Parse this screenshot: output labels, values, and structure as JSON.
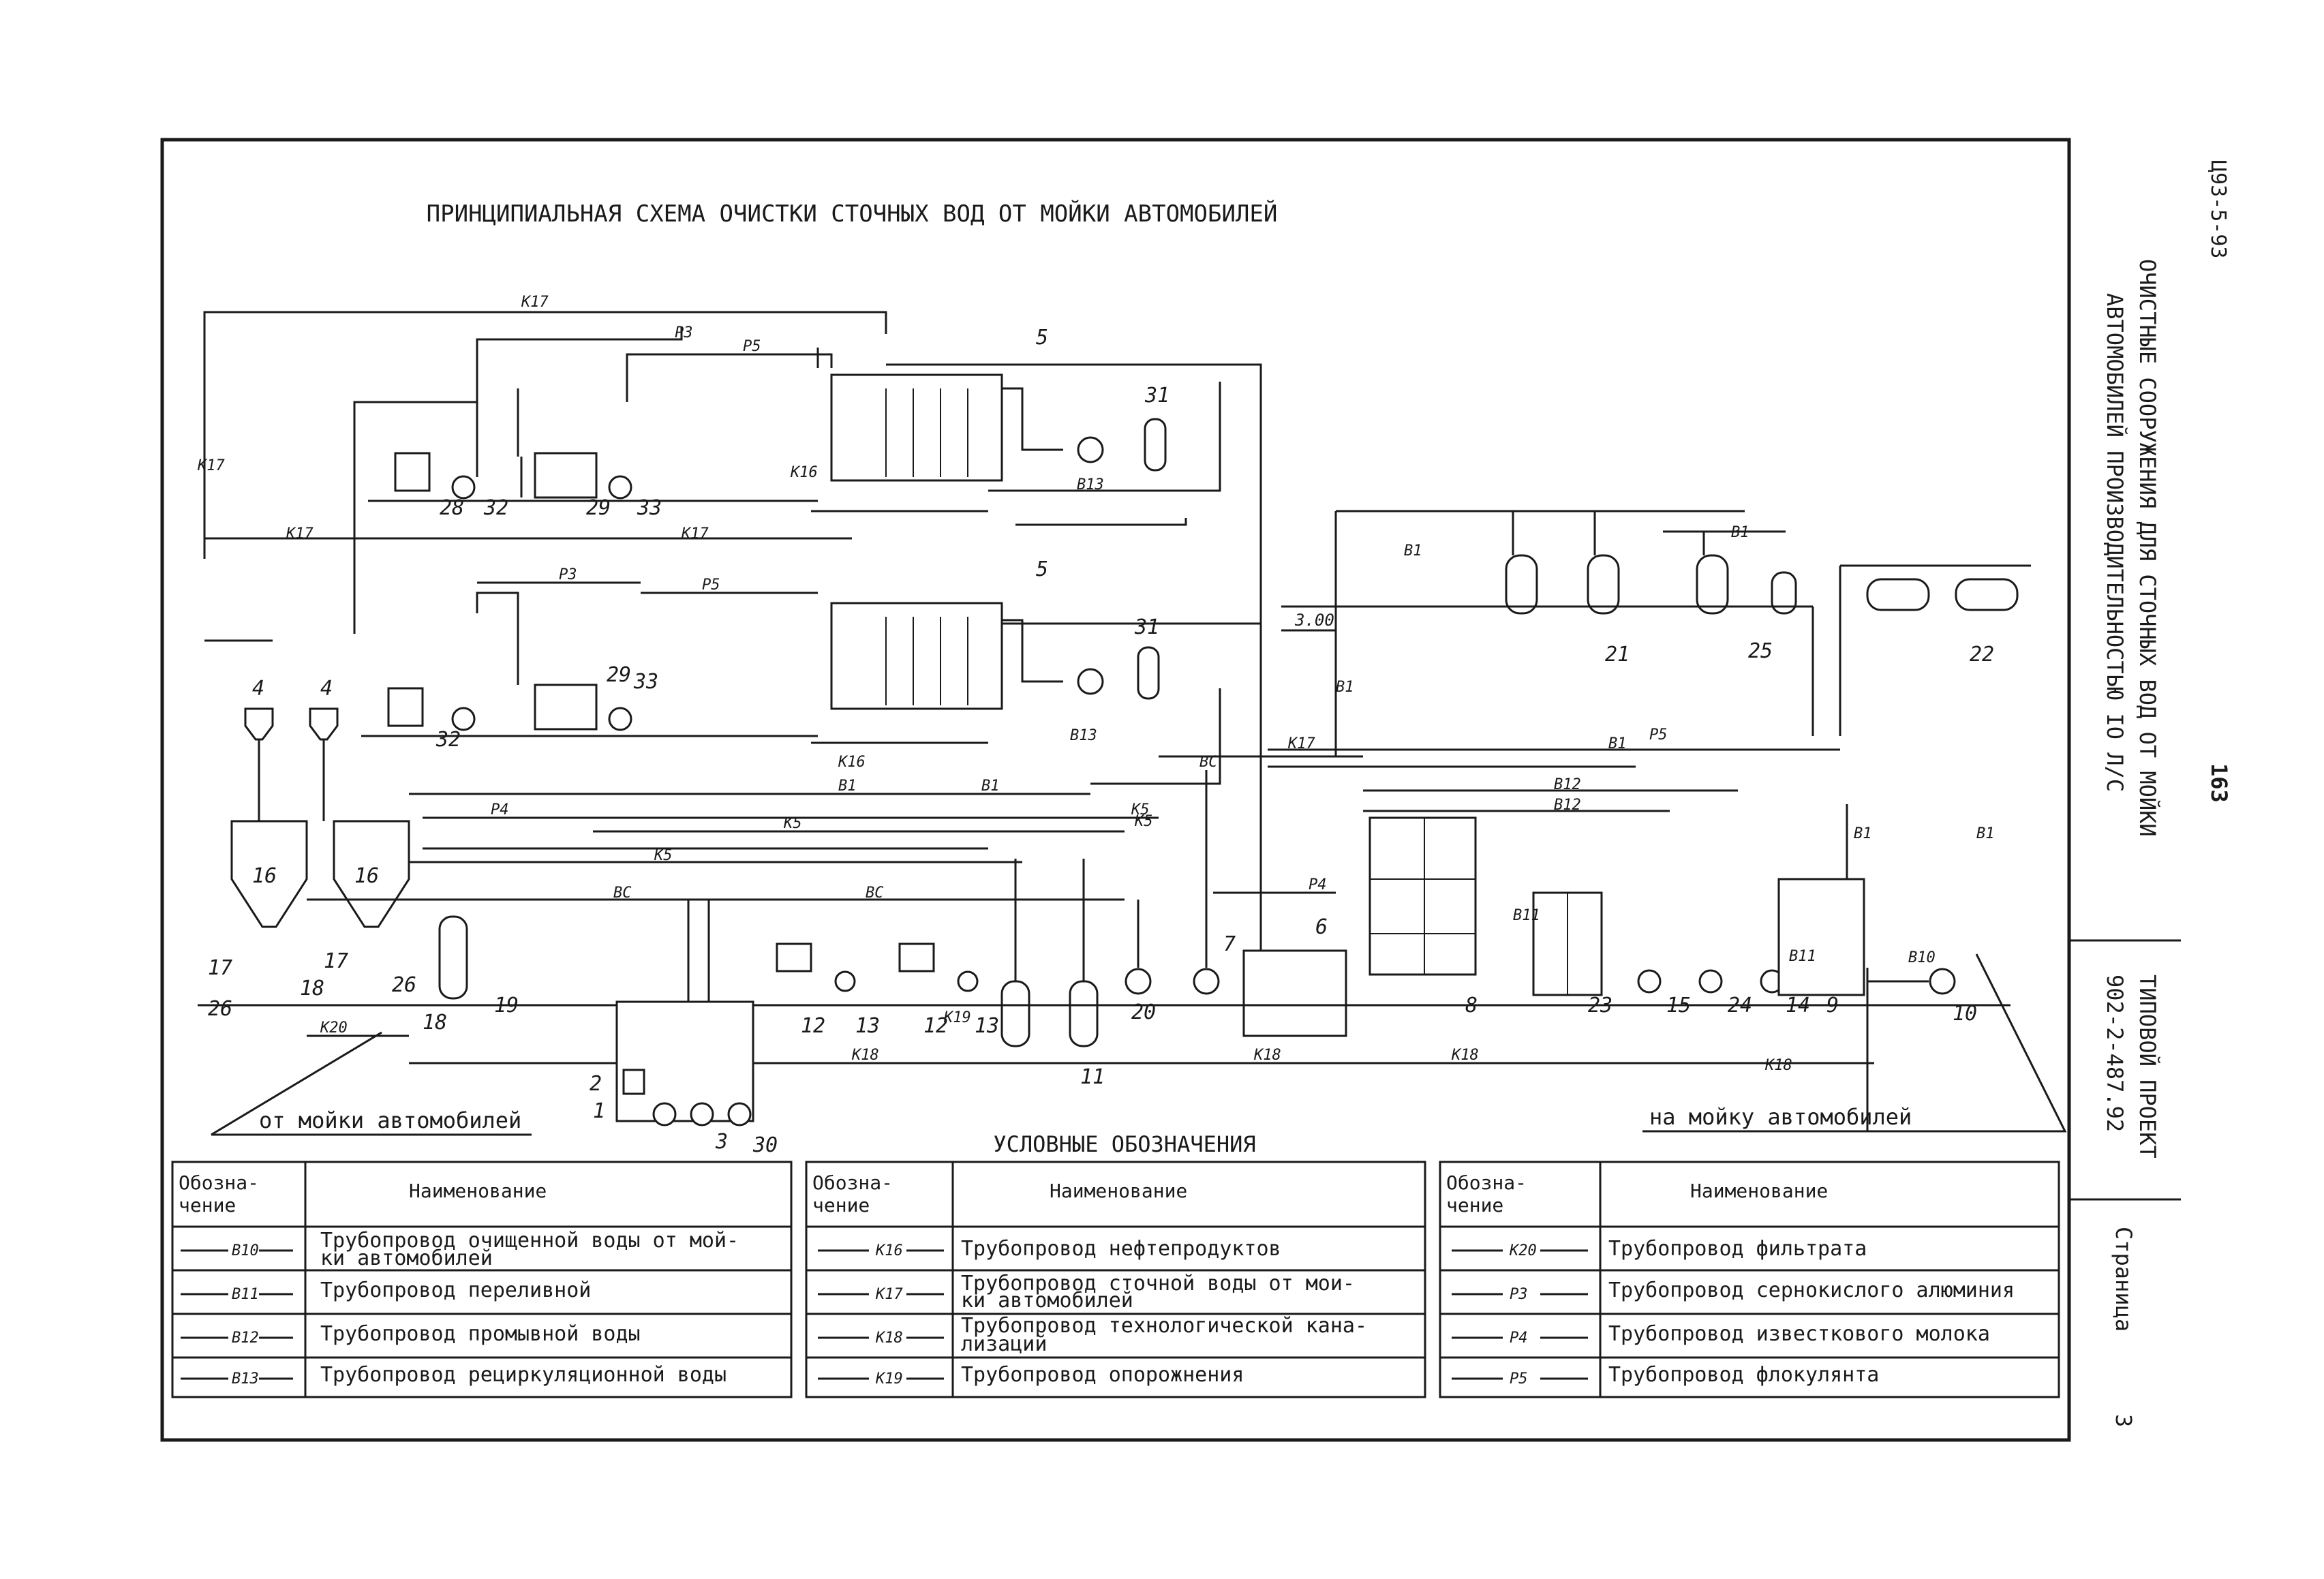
{
  "sheet": {
    "title": "ПРИНЦИПИАЛЬНАЯ СХЕМА ОЧИСТКИ СТОЧНЫХ ВОД ОТ МОЙКИ АВТОМОБИЛЕЙ",
    "doc_code": "Ц93-5-93",
    "page_number": "163",
    "side_title_line1": "ОЧИСТНЫЕ СООРУЖЕНИЯ ДЛЯ СТОЧНЫХ ВОД ОТ МОЙКИ",
    "side_title_line2": "АВТОМОБИЛЕЙ ПРОИЗВОДИТЕЛЬНОСТЬЮ IO Л/С",
    "project_line1": "ТИПОВОЙ ПРОЕКТ",
    "project_line2": "902-2-487.92",
    "page_label": "Страница",
    "page_value": "3"
  },
  "diagram": {
    "from_washing": "от мойки автомобилей",
    "to_washing": "на мойку автомобилей",
    "elevation": "3.00",
    "equipment_labels": [
      "1",
      "2",
      "3",
      "4",
      "4",
      "5",
      "5",
      "6",
      "7",
      "8",
      "9",
      "10",
      "11",
      "12",
      "12",
      "13",
      "13",
      "14",
      "15",
      "16",
      "16",
      "17",
      "17",
      "18",
      "18",
      "19",
      "20",
      "21",
      "22",
      "23",
      "24",
      "25",
      "26",
      "26",
      "28",
      "29",
      "29",
      "30",
      "31",
      "31",
      "32",
      "32",
      "33",
      "33"
    ],
    "line_codes": [
      "К17",
      "К17",
      "К17",
      "К17",
      "Р3",
      "Р5",
      "Р3",
      "Р5",
      "В1",
      "В1",
      "ВС",
      "ВС",
      "К5",
      "К5",
      "К5",
      "К16",
      "К16",
      "В13",
      "В13",
      "В1",
      "В1",
      "К18",
      "К18",
      "К18",
      "К18",
      "К20",
      "ВС",
      "В1",
      "В12",
      "В12",
      "К17",
      "Р4",
      "Р4",
      "Р5",
      "В11",
      "В11",
      "В10",
      "К19",
      "В1",
      "В1",
      "В1",
      "К5"
    ]
  },
  "legend": {
    "title": "УСЛОВНЫЕ ОБОЗНАЧЕНИЯ",
    "col_code_header_line1": "Обозна-",
    "col_code_header_line2": "чение",
    "col_name_header": "Наименование",
    "tables": [
      {
        "rows": [
          {
            "code": "В10",
            "name_line1": "Трубопровод очищенной воды от мой-",
            "name_line2": "ки автомобилей"
          },
          {
            "code": "В11",
            "name_line1": "Трубопровод переливной",
            "name_line2": ""
          },
          {
            "code": "В12",
            "name_line1": "Трубопровод промывной воды",
            "name_line2": ""
          },
          {
            "code": "В13",
            "name_line1": "Трубопровод рециркуляционной воды",
            "name_line2": ""
          }
        ]
      },
      {
        "rows": [
          {
            "code": "К16",
            "name_line1": "Трубопровод нефтепродуктов",
            "name_line2": ""
          },
          {
            "code": "К17",
            "name_line1": "Трубопровод сточной воды от мои-",
            "name_line2": "ки автомобилей"
          },
          {
            "code": "К18",
            "name_line1": "Трубопровод технологической кана-",
            "name_line2": "лизаций"
          },
          {
            "code": "К19",
            "name_line1": "Трубопровод опорожнения",
            "name_line2": ""
          }
        ]
      },
      {
        "rows": [
          {
            "code": "К20",
            "name_line1": "Трубопровод фильтрата",
            "name_line2": ""
          },
          {
            "code": "Р3",
            "name_line1": "Трубопровод сернокислого алюминия",
            "name_line2": ""
          },
          {
            "code": "Р4",
            "name_line1": "Трубопровод известкового молока",
            "name_line2": ""
          },
          {
            "code": "Р5",
            "name_line1": "Трубопровод флокулянта",
            "name_line2": ""
          }
        ]
      }
    ]
  }
}
